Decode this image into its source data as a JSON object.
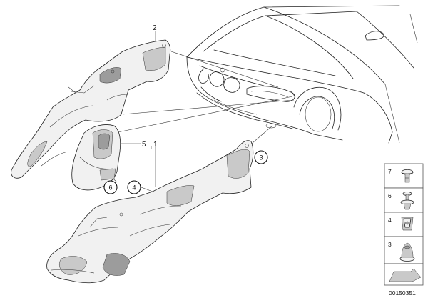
{
  "labels": {
    "part_1": "1",
    "part_2": "2",
    "part_5": "5",
    "circle_3": "3",
    "circle_4": "4",
    "circle_6": "6"
  },
  "legend": {
    "items": [
      {
        "number": "7",
        "icon": "push-rivet-icon"
      },
      {
        "number": "6",
        "icon": "expanding-rivet-icon"
      },
      {
        "number": "4",
        "icon": "clip-nut-icon"
      },
      {
        "number": "3",
        "icon": "plug-icon"
      }
    ],
    "arrow_icon": "arrow-icon"
  },
  "code": "00150351"
}
